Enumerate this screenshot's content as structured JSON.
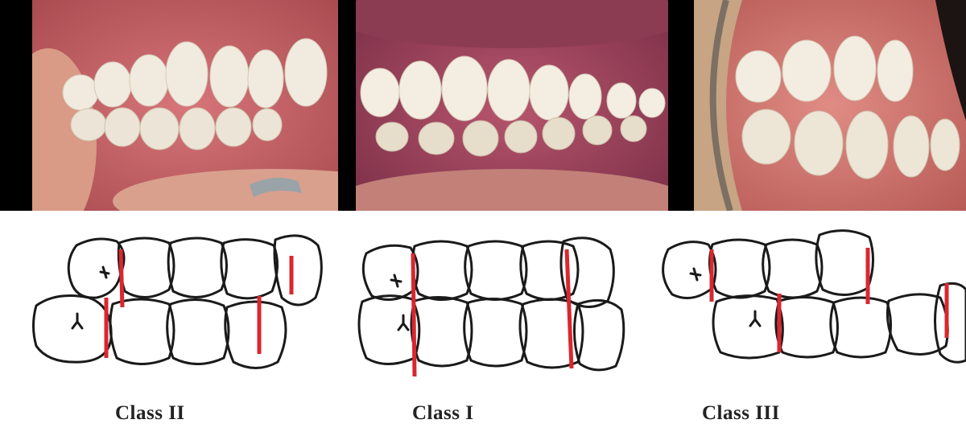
{
  "panels": [
    {
      "label": "Class II"
    },
    {
      "label": "Class I"
    },
    {
      "label": "Class III"
    }
  ],
  "colors": {
    "marker": "#d9272e",
    "outline": "#1a1a1a",
    "gum": "#c9676b",
    "tooth": "#f2ece0",
    "background": "#ffffff"
  }
}
